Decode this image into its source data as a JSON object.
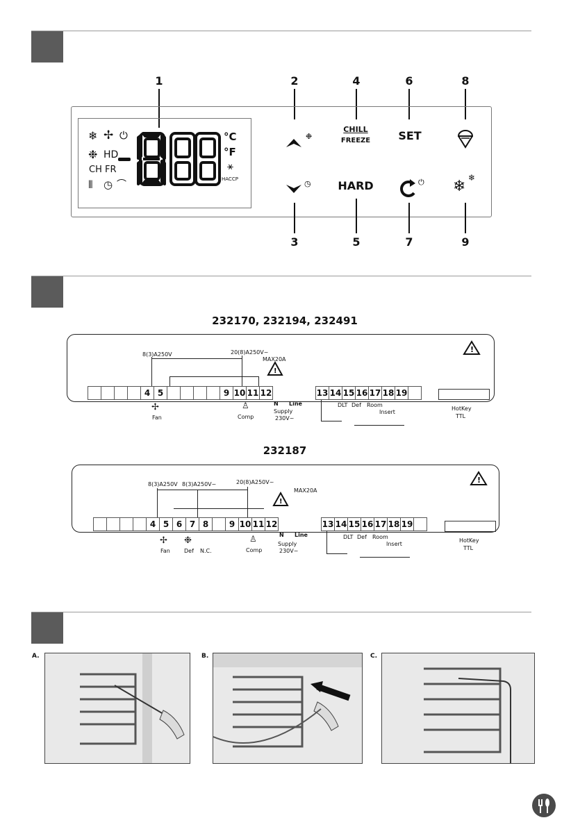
{
  "display": {
    "callouts_top": [
      "1",
      "2",
      "4",
      "6",
      "8"
    ],
    "callouts_bottom": [
      "3",
      "5",
      "7",
      "9"
    ],
    "digits": "-888",
    "unit_c": "°C",
    "unit_f": "°F",
    "haccp": "HACCP",
    "hd": "HD",
    "ch_fr": "CH FR",
    "btn_chill": "CHILL",
    "btn_freeze": "FREEZE",
    "btn_set": "SET",
    "btn_hard": "HARD",
    "icons": [
      "snowflake-icon",
      "fan-icon",
      "power-icon",
      "defrost-icon",
      "clock-icon",
      "probe-icon",
      "thaw-icon",
      "up-arrow-icon",
      "down-arrow-icon",
      "ice-cream-icon",
      "restart-icon"
    ]
  },
  "wiring": [
    {
      "model": "232170, 232194, 232491",
      "terminals_a": [
        "",
        "",
        "",
        "",
        "4",
        "5",
        "",
        "",
        "",
        "",
        "9",
        "10",
        "11",
        "12"
      ],
      "terminals_b": [
        "13",
        "14",
        "15",
        "16",
        "17",
        "18",
        "19",
        ""
      ],
      "relay1": "8(3)A250V",
      "relay2": "20(8)A250V~",
      "max": "MAX20A",
      "fan": "Fan",
      "comp": "Comp",
      "supply": "Supply",
      "voltage": "230V~",
      "n": "N",
      "line": "Line",
      "dlt": "DLT",
      "def": "Def",
      "room": "Room",
      "insert": "Insert",
      "hotkey": "HotKey",
      "ttl": "TTL"
    },
    {
      "model": "232187",
      "terminals_a": [
        "",
        "",
        "",
        "",
        "4",
        "5",
        "6",
        "7",
        "8",
        "",
        "9",
        "10",
        "11",
        "12"
      ],
      "terminals_b": [
        "13",
        "14",
        "15",
        "16",
        "17",
        "18",
        "19",
        ""
      ],
      "relay1": "8(3)A250V",
      "relay1b": "8(3)A250V~",
      "relay2": "20(8)A250V~",
      "max": "MAX20A",
      "fan": "Fan",
      "def_out": "Def",
      "nc": "N.C.",
      "comp": "Comp",
      "supply": "Supply",
      "voltage": "230V~",
      "n": "N",
      "line": "Line",
      "dlt": "DLT",
      "def": "Def",
      "room": "Room",
      "insert": "Insert",
      "hotkey": "HotKey",
      "ttl": "TTL"
    }
  ],
  "photos": [
    "A.",
    "B.",
    "C."
  ],
  "colors": {
    "section_block": "#5b5b5b",
    "rule": "#9a9a9a"
  }
}
